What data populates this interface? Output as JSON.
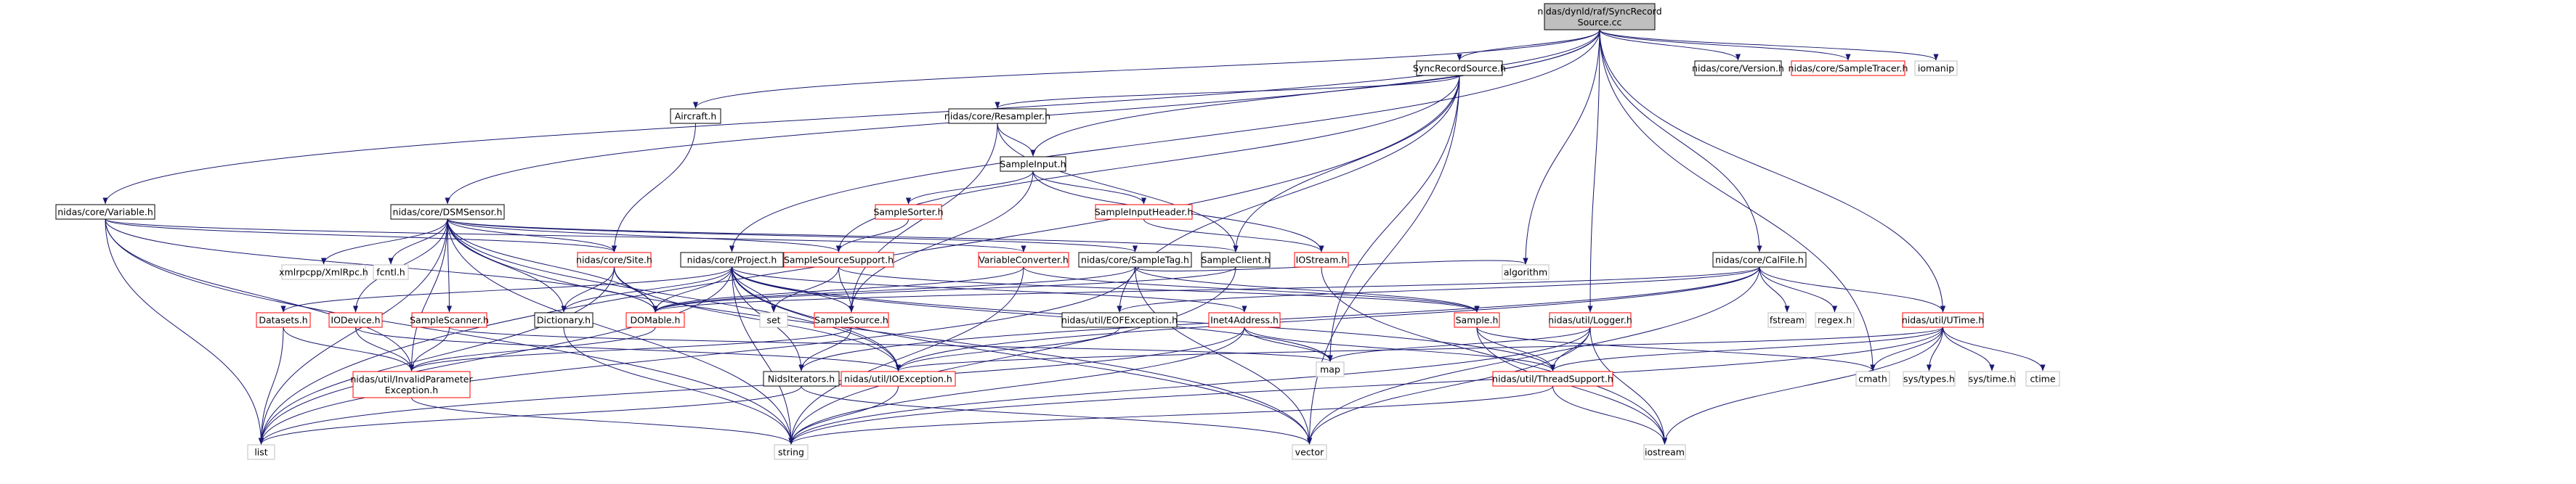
{
  "colors": {
    "edge": "#191970",
    "root_fill": "#bfbfbf",
    "root_border": "#000000",
    "normal_border": "#000000",
    "red_border": "#ff0000",
    "system_border": "#bfbfbf",
    "background": "#ffffff"
  },
  "root": "n_root",
  "nodes": {
    "n_root": {
      "lines": [
        "nidas/dynld/raf/SyncRecord",
        "Source.cc"
      ],
      "style": "root"
    },
    "n_syncsrc_h": {
      "lines": [
        "SyncRecordSource.h"
      ],
      "style": "normal"
    },
    "n_version": {
      "lines": [
        "nidas/core/Version.h"
      ],
      "style": "normal"
    },
    "n_sampletracer": {
      "lines": [
        "nidas/core/SampleTracer.h"
      ],
      "style": "red"
    },
    "n_iomanip": {
      "lines": [
        "iomanip"
      ],
      "style": "system"
    },
    "n_aircraft": {
      "lines": [
        "Aircraft.h"
      ],
      "style": "normal"
    },
    "n_resampler": {
      "lines": [
        "nidas/core/Resampler.h"
      ],
      "style": "normal"
    },
    "n_sampleinput": {
      "lines": [
        "SampleInput.h"
      ],
      "style": "normal"
    },
    "n_samplesorter": {
      "lines": [
        "SampleSorter.h"
      ],
      "style": "red"
    },
    "n_sampleinputheader": {
      "lines": [
        "SampleInputHeader.h"
      ],
      "style": "red"
    },
    "n_variable": {
      "lines": [
        "nidas/core/Variable.h"
      ],
      "style": "normal"
    },
    "n_dsmsensor": {
      "lines": [
        "nidas/core/DSMSensor.h"
      ],
      "style": "normal"
    },
    "n_site": {
      "lines": [
        "nidas/core/Site.h"
      ],
      "style": "red"
    },
    "n_samplesourcesupport": {
      "lines": [
        "SampleSourceSupport.h"
      ],
      "style": "red"
    },
    "n_variableconverter": {
      "lines": [
        "VariableConverter.h"
      ],
      "style": "red"
    },
    "n_sampletag": {
      "lines": [
        "nidas/core/SampleTag.h"
      ],
      "style": "normal"
    },
    "n_sampleclient": {
      "lines": [
        "SampleClient.h"
      ],
      "style": "normal"
    },
    "n_iostream_h": {
      "lines": [
        "IOStream.h"
      ],
      "style": "red"
    },
    "n_calfile": {
      "lines": [
        "nidas/core/CalFile.h"
      ],
      "style": "normal"
    },
    "n_project": {
      "lines": [
        "nidas/core/Project.h"
      ],
      "style": "normal"
    },
    "n_xmlrpc": {
      "lines": [
        "xmlrpcpp/XmlRpc.h"
      ],
      "style": "system"
    },
    "n_fcntl": {
      "lines": [
        "fcntl.h"
      ],
      "style": "system"
    },
    "n_datasets": {
      "lines": [
        "Datasets.h"
      ],
      "style": "red"
    },
    "n_iodevice": {
      "lines": [
        "IODevice.h"
      ],
      "style": "red"
    },
    "n_samplescanner": {
      "lines": [
        "SampleScanner.h"
      ],
      "style": "red"
    },
    "n_dictionary": {
      "lines": [
        "Dictionary.h"
      ],
      "style": "normal"
    },
    "n_domable": {
      "lines": [
        "DOMable.h"
      ],
      "style": "red"
    },
    "n_set": {
      "lines": [
        "set"
      ],
      "style": "system"
    },
    "n_samplesource": {
      "lines": [
        "SampleSource.h"
      ],
      "style": "red"
    },
    "n_eofexception": {
      "lines": [
        "nidas/util/EOFException.h"
      ],
      "style": "normal"
    },
    "n_inet4": {
      "lines": [
        "Inet4Address.h"
      ],
      "style": "red"
    },
    "n_logger": {
      "lines": [
        "nidas/util/Logger.h"
      ],
      "style": "red"
    },
    "n_sample": {
      "lines": [
        "Sample.h"
      ],
      "style": "red"
    },
    "n_algorithm": {
      "lines": [
        "algorithm"
      ],
      "style": "system"
    },
    "n_fstream": {
      "lines": [
        "fstream"
      ],
      "style": "system"
    },
    "n_regex": {
      "lines": [
        "regex.h"
      ],
      "style": "system"
    },
    "n_utime": {
      "lines": [
        "nidas/util/UTime.h"
      ],
      "style": "red"
    },
    "n_invalidparam": {
      "lines": [
        "nidas/util/InvalidParameter",
        "Exception.h"
      ],
      "style": "red"
    },
    "n_nidsiterators": {
      "lines": [
        "NidsIterators.h"
      ],
      "style": "normal"
    },
    "n_ioexception": {
      "lines": [
        "nidas/util/IOException.h"
      ],
      "style": "red"
    },
    "n_map": {
      "lines": [
        "map"
      ],
      "style": "system"
    },
    "n_threadsupport": {
      "lines": [
        "nidas/util/ThreadSupport.h"
      ],
      "style": "red"
    },
    "n_cmath": {
      "lines": [
        "cmath"
      ],
      "style": "system"
    },
    "n_systypes": {
      "lines": [
        "sys/types.h"
      ],
      "style": "system"
    },
    "n_systime": {
      "lines": [
        "sys/time.h"
      ],
      "style": "system"
    },
    "n_ctime": {
      "lines": [
        "ctime"
      ],
      "style": "system"
    },
    "n_list": {
      "lines": [
        "list"
      ],
      "style": "system"
    },
    "n_string": {
      "lines": [
        "string"
      ],
      "style": "system"
    },
    "n_vector": {
      "lines": [
        "vector"
      ],
      "style": "system"
    },
    "n_iostream": {
      "lines": [
        "iostream"
      ],
      "style": "system"
    }
  },
  "edges": [
    [
      "n_root",
      "n_syncsrc_h"
    ],
    [
      "n_root",
      "n_version"
    ],
    [
      "n_root",
      "n_sampletracer"
    ],
    [
      "n_root",
      "n_iomanip"
    ],
    [
      "n_root",
      "n_aircraft"
    ],
    [
      "n_root",
      "n_variable"
    ],
    [
      "n_root",
      "n_dsmsensor"
    ],
    [
      "n_root",
      "n_project"
    ],
    [
      "n_root",
      "n_sampleinput"
    ],
    [
      "n_root",
      "n_calfile"
    ],
    [
      "n_root",
      "n_logger"
    ],
    [
      "n_root",
      "n_utime"
    ],
    [
      "n_root",
      "n_algorithm"
    ],
    [
      "n_root",
      "n_cmath"
    ],
    [
      "n_syncsrc_h",
      "n_resampler"
    ],
    [
      "n_syncsrc_h",
      "n_list"
    ],
    [
      "n_syncsrc_h",
      "n_sampleclient"
    ],
    [
      "n_syncsrc_h",
      "n_samplesourcesupport"
    ],
    [
      "n_syncsrc_h",
      "n_map"
    ],
    [
      "n_syncsrc_h",
      "n_vector"
    ],
    [
      "n_syncsrc_h",
      "n_eofexception"
    ],
    [
      "n_resampler",
      "n_sampleinput"
    ],
    [
      "n_resampler",
      "n_samplesource"
    ],
    [
      "n_resampler",
      "n_sampleclient"
    ],
    [
      "n_sampleinput",
      "n_samplesorter"
    ],
    [
      "n_sampleinput",
      "n_sampleinputheader"
    ],
    [
      "n_sampleinput",
      "n_iostream_h"
    ],
    [
      "n_sampleinput",
      "n_samplesource"
    ],
    [
      "n_samplesorter",
      "n_samplesourcesupport"
    ],
    [
      "n_sampleinputheader",
      "n_iostream_h"
    ],
    [
      "n_iostream_h",
      "n_iostream"
    ],
    [
      "n_aircraft",
      "n_site"
    ],
    [
      "n_variable",
      "n_site"
    ],
    [
      "n_variable",
      "n_variableconverter"
    ],
    [
      "n_variable",
      "n_invalidparam"
    ],
    [
      "n_variable",
      "n_list"
    ],
    [
      "n_variable",
      "n_string"
    ],
    [
      "n_variable",
      "n_domable"
    ],
    [
      "n_dsmsensor",
      "n_xmlrpc"
    ],
    [
      "n_dsmsensor",
      "n_fcntl"
    ],
    [
      "n_dsmsensor",
      "n_site"
    ],
    [
      "n_dsmsensor",
      "n_samplesourcesupport"
    ],
    [
      "n_dsmsensor",
      "n_sampletag"
    ],
    [
      "n_dsmsensor",
      "n_sampleclient"
    ],
    [
      "n_dsmsensor",
      "n_iodevice"
    ],
    [
      "n_dsmsensor",
      "n_samplescanner"
    ],
    [
      "n_dsmsensor",
      "n_dictionary"
    ],
    [
      "n_dsmsensor",
      "n_domable"
    ],
    [
      "n_dsmsensor",
      "n_ioexception"
    ],
    [
      "n_dsmsensor",
      "n_invalidparam"
    ],
    [
      "n_dsmsensor",
      "n_list"
    ],
    [
      "n_dsmsensor",
      "n_string"
    ],
    [
      "n_dsmsensor",
      "n_vector"
    ],
    [
      "n_site",
      "n_dictionary"
    ],
    [
      "n_site",
      "n_domable"
    ],
    [
      "n_site",
      "n_ioexception"
    ],
    [
      "n_site",
      "n_list"
    ],
    [
      "n_samplesourcesupport",
      "n_samplesource"
    ],
    [
      "n_samplesourcesupport",
      "n_set"
    ],
    [
      "n_samplesourcesupport",
      "n_sample"
    ],
    [
      "n_variableconverter",
      "n_domable"
    ],
    [
      "n_variableconverter",
      "n_string"
    ],
    [
      "n_variableconverter",
      "n_sample"
    ],
    [
      "n_sampletag",
      "n_domable"
    ],
    [
      "n_sampletag",
      "n_algorithm"
    ],
    [
      "n_sampletag",
      "n_sample"
    ],
    [
      "n_sampletag",
      "n_vector"
    ],
    [
      "n_sampletag",
      "n_list"
    ],
    [
      "n_sampleclient",
      "n_string"
    ],
    [
      "n_sampleclient",
      "n_domable"
    ],
    [
      "n_calfile",
      "n_fstream"
    ],
    [
      "n_calfile",
      "n_regex"
    ],
    [
      "n_calfile",
      "n_utime"
    ],
    [
      "n_calfile",
      "n_domable"
    ],
    [
      "n_calfile",
      "n_eofexception"
    ],
    [
      "n_calfile",
      "n_ioexception"
    ],
    [
      "n_calfile",
      "n_vector"
    ],
    [
      "n_calfile",
      "n_nidsiterators"
    ],
    [
      "n_project",
      "n_datasets"
    ],
    [
      "n_project",
      "n_dictionary"
    ],
    [
      "n_project",
      "n_domable"
    ],
    [
      "n_project",
      "n_set"
    ],
    [
      "n_project",
      "n_samplesource"
    ],
    [
      "n_project",
      "n_nidsiterators"
    ],
    [
      "n_project",
      "n_inet4"
    ],
    [
      "n_project",
      "n_ioexception"
    ],
    [
      "n_project",
      "n_map"
    ],
    [
      "n_project",
      "n_threadsupport"
    ],
    [
      "n_project",
      "n_list"
    ],
    [
      "n_project",
      "n_string"
    ],
    [
      "n_project",
      "n_vector"
    ],
    [
      "n_datasets",
      "n_invalidparam"
    ],
    [
      "n_datasets",
      "n_list"
    ],
    [
      "n_iodevice",
      "n_invalidparam"
    ],
    [
      "n_iodevice",
      "n_ioexception"
    ],
    [
      "n_samplescanner",
      "n_invalidparam"
    ],
    [
      "n_samplescanner",
      "n_map"
    ],
    [
      "n_dictionary",
      "n_string"
    ],
    [
      "n_domable",
      "n_invalidparam"
    ],
    [
      "n_samplesource",
      "n_nidsiterators"
    ],
    [
      "n_samplesource",
      "n_invalidparam"
    ],
    [
      "n_eofexception",
      "n_ioexception"
    ],
    [
      "n_inet4",
      "n_map"
    ],
    [
      "n_inet4",
      "n_string"
    ],
    [
      "n_inet4",
      "n_threadsupport"
    ],
    [
      "n_inet4",
      "n_list"
    ],
    [
      "n_logger",
      "n_threadsupport"
    ],
    [
      "n_logger",
      "n_map"
    ],
    [
      "n_logger",
      "n_vector"
    ],
    [
      "n_logger",
      "n_iostream"
    ],
    [
      "n_logger",
      "n_string"
    ],
    [
      "n_sample",
      "n_threadsupport"
    ],
    [
      "n_sample",
      "n_cmath"
    ],
    [
      "n_sample",
      "n_iostream"
    ],
    [
      "n_utime",
      "n_ioexception"
    ],
    [
      "n_utime",
      "n_threadsupport"
    ],
    [
      "n_utime",
      "n_cmath"
    ],
    [
      "n_utime",
      "n_systypes"
    ],
    [
      "n_utime",
      "n_systime"
    ],
    [
      "n_utime",
      "n_ctime"
    ],
    [
      "n_utime",
      "n_iostream"
    ],
    [
      "n_utime",
      "n_string"
    ],
    [
      "n_invalidparam",
      "n_string"
    ],
    [
      "n_nidsiterators",
      "n_list"
    ],
    [
      "n_nidsiterators",
      "n_vector"
    ],
    [
      "n_ioexception",
      "n_string"
    ],
    [
      "n_threadsupport",
      "n_string"
    ],
    [
      "n_threadsupport",
      "n_iostream"
    ]
  ]
}
